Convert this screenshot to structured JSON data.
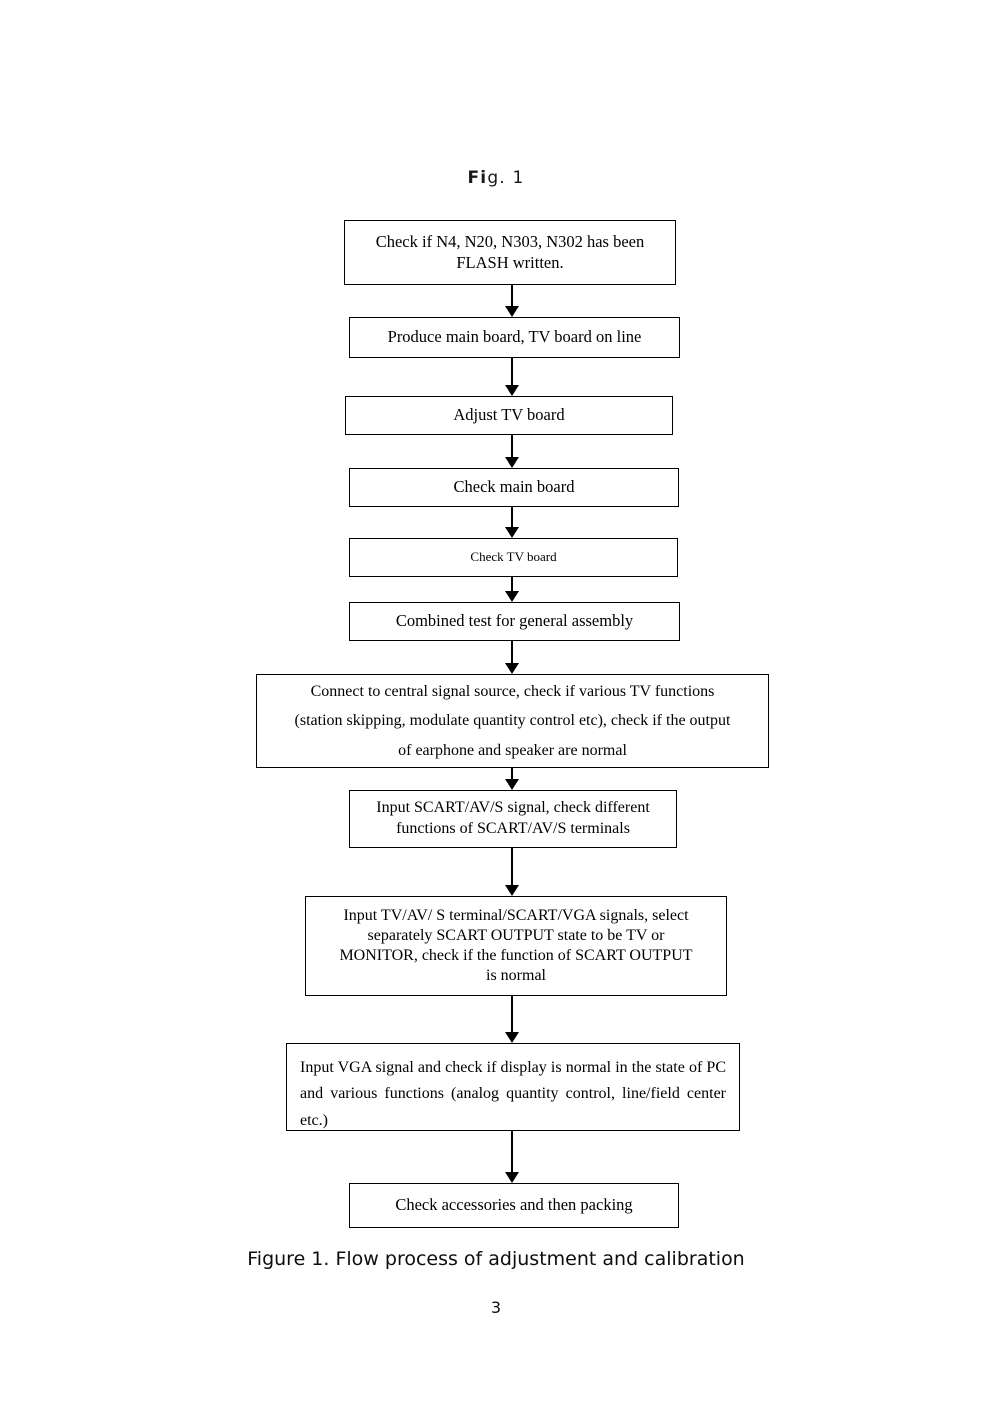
{
  "figure": {
    "title_prefix": "Fi",
    "title_suffix": "g. 1",
    "title_full": "Fig. 1",
    "caption": "Figure 1. Flow process of adjustment and calibration",
    "page_number": "3"
  },
  "colors": {
    "page_background": "#ffffff",
    "box_border": "#000000",
    "box_fill": "#ffffff",
    "text": "#000000",
    "arrow": "#000000"
  },
  "chart_data": {
    "type": "diagram",
    "title": "Fig. 1",
    "caption": "Figure 1. Flow process of adjustment and calibration",
    "orientation": "top-to-bottom",
    "node_count": 11,
    "edge_count": 10,
    "nodes": [
      {
        "id": "flash",
        "order": 1,
        "text": "Check if N4, N20,   N303, N302 has been\nFLASH written.",
        "lines": 2,
        "align": "center"
      },
      {
        "id": "produce",
        "order": 2,
        "text": "Produce main board, TV board on line",
        "lines": 1,
        "align": "center"
      },
      {
        "id": "adjust",
        "order": 3,
        "text": "Adjust TV board",
        "lines": 1,
        "align": "center"
      },
      {
        "id": "main-board",
        "order": 4,
        "text": "Check main board",
        "lines": 1,
        "align": "center"
      },
      {
        "id": "tv-board",
        "order": 5,
        "text": "Check TV board",
        "lines": 1,
        "align": "center"
      },
      {
        "id": "combined-test",
        "order": 6,
        "text": "Combined test for general assembly",
        "lines": 1,
        "align": "center"
      },
      {
        "id": "central-signal",
        "order": 7,
        "text": "Connect to central signal source, check if various TV functions\n(station skipping, modulate quantity control etc), check if the output\nof earphone and speaker are normal",
        "lines": 3,
        "align": "center"
      },
      {
        "id": "scart-signal",
        "order": 8,
        "text": "Input SCART/AV/S signal, check different\nfunctions of SCART/AV/S terminals",
        "lines": 2,
        "align": "center"
      },
      {
        "id": "scart-output",
        "order": 9,
        "text": "Input TV/AV/ S terminal/SCART/VGA signals, select\nseparately SCART OUTPUT state to be TV or\nMONITOR, check if the function of SCART OUTPUT\nis normal",
        "lines": 4,
        "align": "center"
      },
      {
        "id": "vga-signal",
        "order": 10,
        "text": "Input VGA signal and check if display is normal in the state of PC and various functions (analog quantity control, line/field center etc.)",
        "lines": 3,
        "align": "justify"
      },
      {
        "id": "packing",
        "order": 11,
        "text": "Check accessories and then packing",
        "lines": 1,
        "align": "center"
      }
    ],
    "edges": [
      {
        "from": "flash",
        "to": "produce",
        "style": "arrow-down"
      },
      {
        "from": "produce",
        "to": "adjust",
        "style": "arrow-down"
      },
      {
        "from": "adjust",
        "to": "main-board",
        "style": "arrow-down"
      },
      {
        "from": "main-board",
        "to": "tv-board",
        "style": "arrow-down"
      },
      {
        "from": "tv-board",
        "to": "combined-test",
        "style": "arrow-down"
      },
      {
        "from": "combined-test",
        "to": "central-signal",
        "style": "arrow-down"
      },
      {
        "from": "central-signal",
        "to": "scart-signal",
        "style": "arrow-down"
      },
      {
        "from": "scart-signal",
        "to": "scart-output",
        "style": "arrow-down"
      },
      {
        "from": "scart-output",
        "to": "vga-signal",
        "style": "arrow-down"
      },
      {
        "from": "vga-signal",
        "to": "packing",
        "style": "arrow-down"
      }
    ]
  }
}
